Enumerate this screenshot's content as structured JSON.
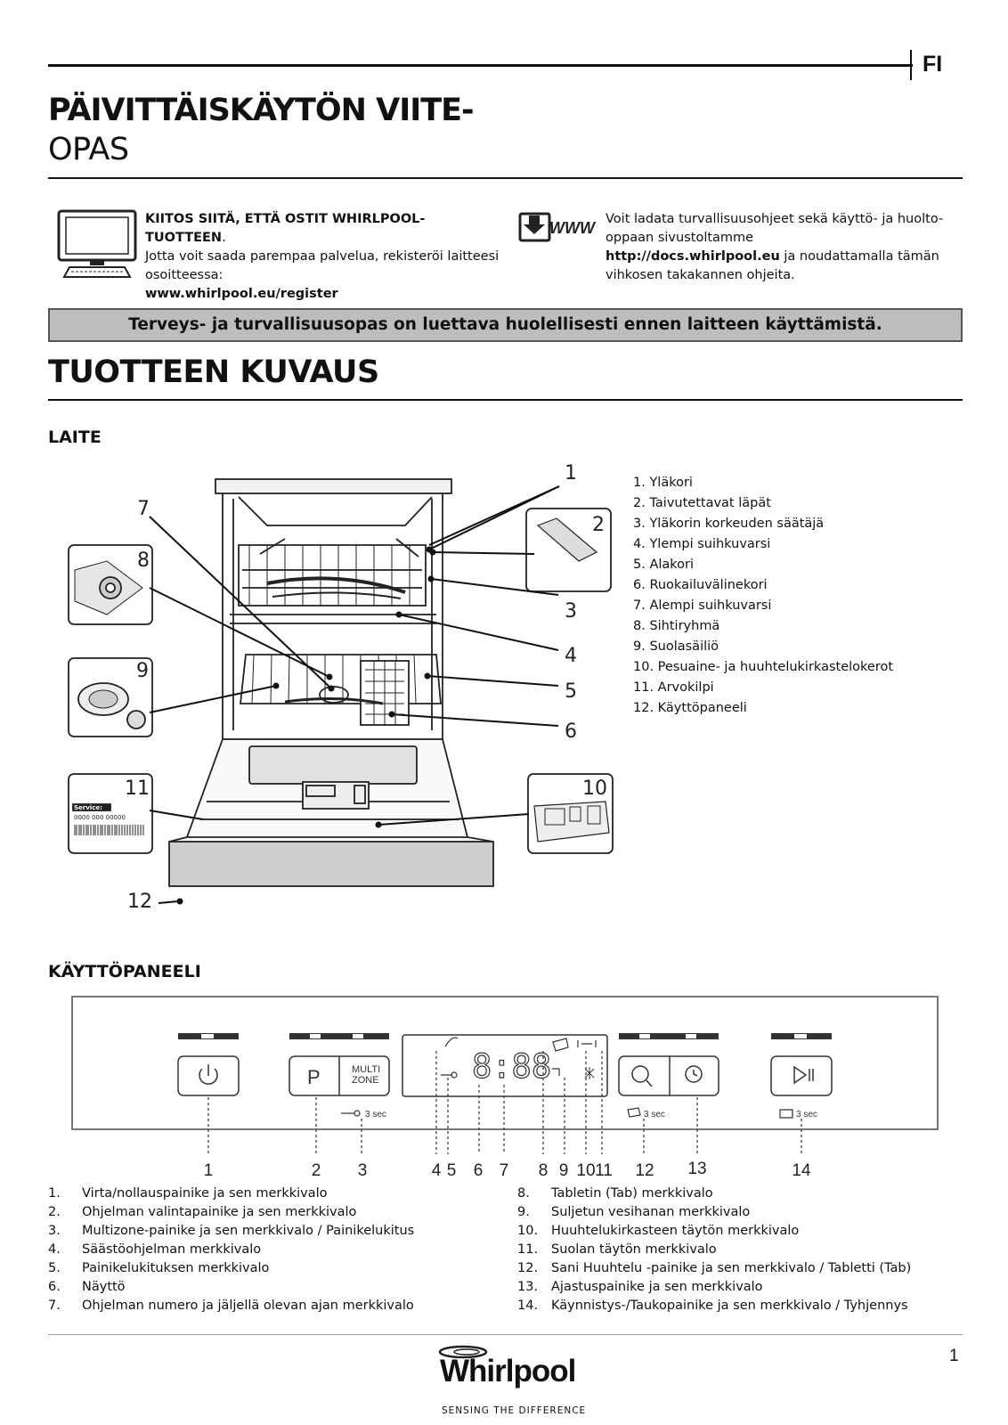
{
  "header": {
    "lang": "FI",
    "title_line1": "PÄIVITTÄISKÄYTÖN VIITE-",
    "title_line2": "OPAS"
  },
  "register": {
    "heading": "KIITOS SIITÄ, ETTÄ OSTIT WHIRLPOOL-TUOTTEEN",
    "heading_dot": ".",
    "body": "Jotta voit saada parempaa palvelua, rekisteröi laitteesi osoitteessa:",
    "url": "www.whirlpool.eu/register"
  },
  "docs": {
    "icon_label": "WWW",
    "line1": "Voit ladata turvallisuusohjeet sekä käyttö- ja huolto-",
    "line2": "oppaan sivustoltamme",
    "url": "http://docs.whirlpool.eu",
    "line3_rest": " ja noudattamalla tämän",
    "line4": "vihkosen takakannen ohjeita."
  },
  "warning": "Terveys- ja turvallisuusopas on luettava huolellisesti ennen laitteen käyttämistä.",
  "section_title": "TUOTTEEN KUVAUS",
  "laite": {
    "heading": "LAITE",
    "callout_numbers": [
      "1",
      "2",
      "3",
      "4",
      "5",
      "6",
      "7",
      "8",
      "9",
      "10",
      "11",
      "12"
    ],
    "parts": [
      "1. Yläkori",
      "2. Taivutettavat läpät",
      "3. Yläkorin korkeuden säätäjä",
      "4. Ylempi suihkuvarsi",
      "5. Alakori",
      "6. Ruokailuvälinekori",
      "7. Alempi suihkuvarsi",
      "8. Sihtiryhmä",
      "9. Suolasäiliö",
      "10. Pesuaine- ja huuhtelukirkastelokerot",
      "11. Arvokilpi",
      "12. Käyttöpaneeli"
    ],
    "rating_plate": {
      "label": "Service:",
      "code": "0000 000 00000"
    }
  },
  "kayttopaneeli": {
    "heading": "KÄYTTÖPANEELI",
    "button_p": "P",
    "multizone_line1": "MULTI",
    "multizone_line2": "ZONE",
    "display_digits": "8:88",
    "lock_hint": "3 sec",
    "tab_hint": "3 sec",
    "drain_hint": "3 sec",
    "callouts": [
      "1",
      "2",
      "3",
      "4",
      "5",
      "6",
      "7",
      "8",
      "9",
      "10",
      "11",
      "12",
      "13",
      "14"
    ],
    "legend_left": [
      {
        "n": "1.",
        "text": "Virta/nollauspainike ja sen merkkivalo"
      },
      {
        "n": "2.",
        "text": "Ohjelman valintapainike ja sen merkkivalo"
      },
      {
        "n": "3.",
        "text": "Multizone-painike ja sen merkkivalo / Painikelukitus"
      },
      {
        "n": "4.",
        "text": "Säästöohjelman merkkivalo"
      },
      {
        "n": "5.",
        "text": "Painikelukituksen merkkivalo"
      },
      {
        "n": "6.",
        "text": "Näyttö"
      },
      {
        "n": "7.",
        "text": "Ohjelman numero ja jäljellä olevan ajan merkkivalo"
      }
    ],
    "legend_right": [
      {
        "n": "8.",
        "text": "Tabletin (Tab) merkkivalo"
      },
      {
        "n": "9.",
        "text": "Suljetun vesihanan merkkivalo"
      },
      {
        "n": "10.",
        "text": "Huuhtelukirkasteen täytön merkkivalo"
      },
      {
        "n": "11.",
        "text": "Suolan täytön merkkivalo"
      },
      {
        "n": "12.",
        "text": "Sani Huuhtelu -painike ja sen merkkivalo / Tabletti (Tab)"
      },
      {
        "n": "13.",
        "text": "Ajastuspainike ja sen merkkivalo"
      },
      {
        "n": "14.",
        "text": "Käynnistys-/Taukopainike ja sen merkkivalo / Tyhjennys"
      }
    ]
  },
  "footer": {
    "page_number": "1",
    "brand": "Whirlpool",
    "tagline": "SENSING THE DIFFERENCE"
  }
}
